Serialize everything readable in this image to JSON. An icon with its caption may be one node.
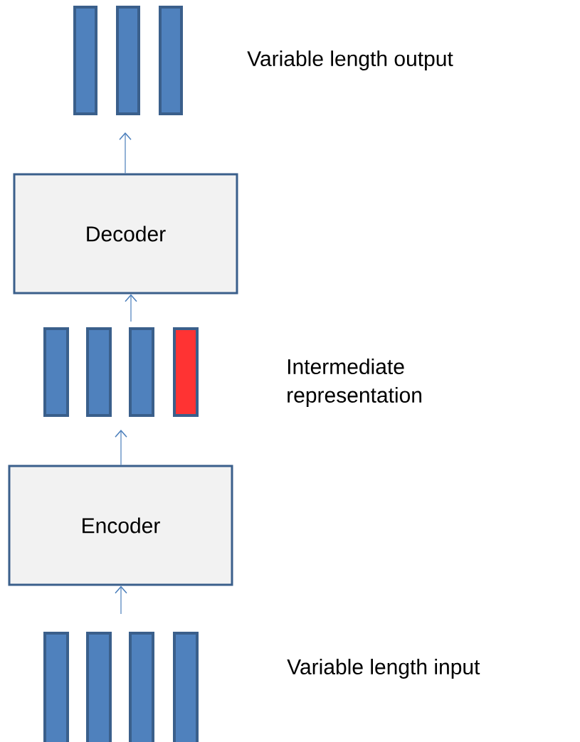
{
  "diagram": {
    "nodes": [
      {
        "text": [],
        "shape": "bar"
      },
      {
        "text": [],
        "shape": "bar"
      },
      {
        "text": [],
        "shape": "bar"
      },
      {
        "text": [
          "Decoder"
        ]
      },
      {
        "text": [],
        "shape": "bar"
      },
      {
        "text": [],
        "shape": "bar"
      },
      {
        "text": [],
        "shape": "bar"
      },
      {
        "text": [],
        "shape": "bar"
      },
      {
        "text": [
          "Encoder"
        ]
      },
      {
        "text": [],
        "shape": "bar"
      },
      {
        "text": [],
        "shape": "bar"
      },
      {
        "text": [],
        "shape": "bar"
      },
      {
        "text": [],
        "shape": "bar"
      }
    ],
    "edges": [
      {
        "from": 3,
        "to": 1,
        "arrow": "to"
      },
      {
        "from": 6,
        "to": 3,
        "arrow": "to"
      },
      {
        "from": 8,
        "to": 5,
        "arrow": "to"
      },
      {
        "from": 10,
        "to": 8,
        "arrow": "to"
      }
    ],
    "labels": [
      "Variable length output",
      "Intermediate representation",
      "Variable length input"
    ]
  }
}
